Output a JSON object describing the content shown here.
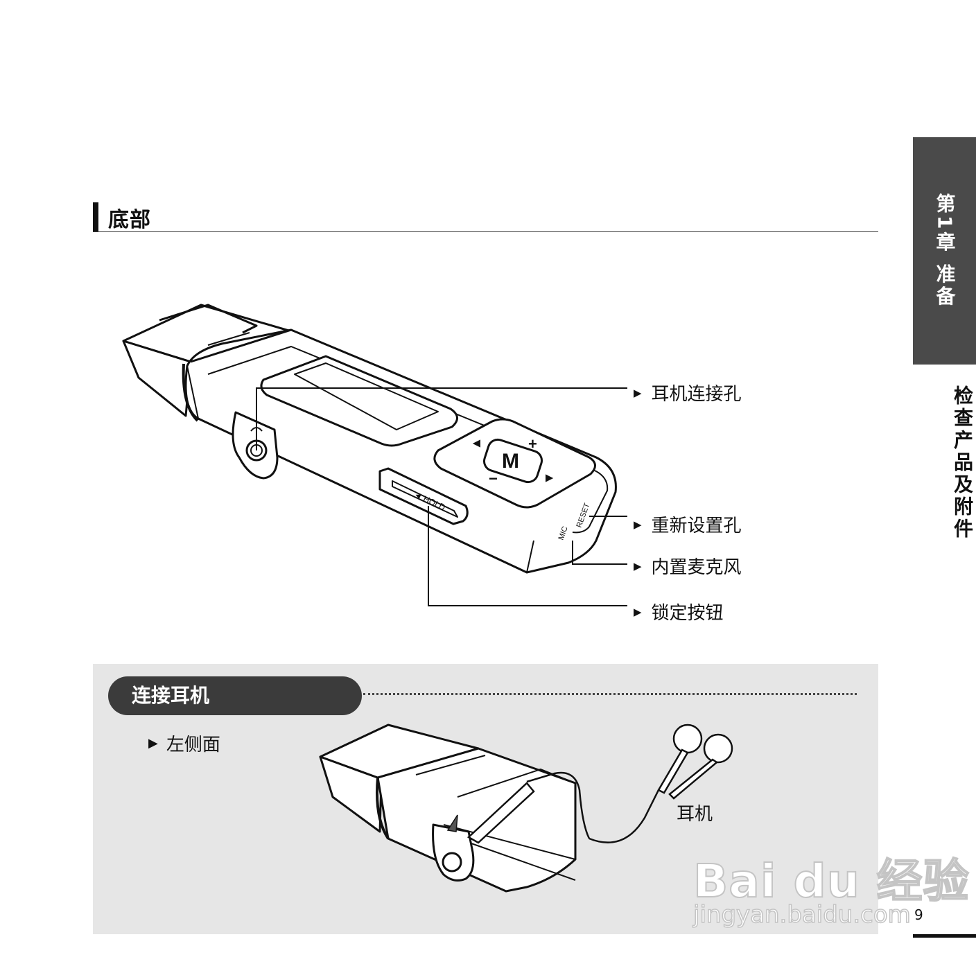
{
  "section": {
    "title": "底部"
  },
  "side_tabs": {
    "chapter": "第1章 准备",
    "topic": "检查产品及附件"
  },
  "device_buttons": {
    "menu_key": "M",
    "plus": "+",
    "minus": "−",
    "hold": "◄ HOLD",
    "mic": "MIC",
    "reset": "RESET"
  },
  "callouts": [
    {
      "label": "耳机连接孔"
    },
    {
      "label": "重新设置孔"
    },
    {
      "label": "内置麦克风"
    },
    {
      "label": "锁定按钮"
    }
  ],
  "connect_box": {
    "title": "连接耳机",
    "side_label": "左侧面",
    "earphone_label": "耳机"
  },
  "watermark": {
    "main": "Bai du 经验",
    "sub": "jingyan.baidu.com"
  },
  "page_number": "9"
}
